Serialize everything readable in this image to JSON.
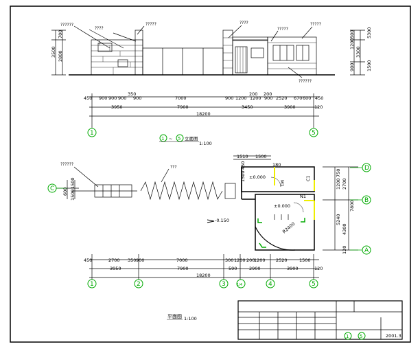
{
  "frame": {
    "border_color": "#000000"
  },
  "elevation": {
    "left_callouts": [
      "??????",
      "????",
      "?????"
    ],
    "right_callouts": [
      "????",
      "?????",
      "?????"
    ],
    "bottom_callout": "??????",
    "height_dims_left": [
      "700",
      "2800",
      "3500"
    ],
    "height_dims_right": [
      "500",
      "1200",
      "3300",
      "5300",
      "900",
      "1500"
    ],
    "dims_row1": [
      "450",
      "900",
      "900",
      "900",
      "900",
      "350",
      "7000",
      "900",
      "1200",
      "1200",
      "900",
      "2520",
      "670",
      "600",
      "450",
      "200",
      "200"
    ],
    "dims_row2": [
      "3950",
      "7900",
      "3450",
      "3900",
      "120"
    ],
    "total": "18200",
    "axis_left": "1",
    "axis_right": "5",
    "title_axis_from": "1",
    "title_sep": "~",
    "title_axis_to": "5",
    "title_text": "立面图",
    "scale": "1:100"
  },
  "plan": {
    "left_callout": "??????",
    "fence_callout": "???",
    "top_dims": [
      "1510",
      "1500"
    ],
    "vert_dims": [
      "1500",
      "450"
    ],
    "wall_dim": "180",
    "elevations": [
      "±0.000",
      "±0.000",
      "-0.150"
    ],
    "room_labels": [
      "M1",
      "N1",
      "C1"
    ],
    "arc_label": "R2400",
    "right_dims": [
      "750",
      "1200",
      "2700",
      "4300",
      "5240",
      "7800",
      "120"
    ],
    "small_dims_left": [
      "600",
      "1500",
      "1500"
    ],
    "dims_row1": [
      "450",
      "2700",
      "350",
      "900",
      "7000",
      "300",
      "1200",
      "200",
      "1200",
      "2520",
      "1500"
    ],
    "dims_row2": [
      "3950",
      "7900",
      "590",
      "2900",
      "3900",
      "120"
    ],
    "total": "18200",
    "axes_bottom": [
      "1",
      "2",
      "3",
      "4",
      "5"
    ],
    "axis_sub": "1/4",
    "axes_right": [
      "D",
      "B",
      "A"
    ],
    "axis_left": "C",
    "title_text": "平面图",
    "scale": "1:100"
  },
  "title_block": {
    "axis_from": "1",
    "axis_to": "5",
    "date": "2001.3"
  }
}
